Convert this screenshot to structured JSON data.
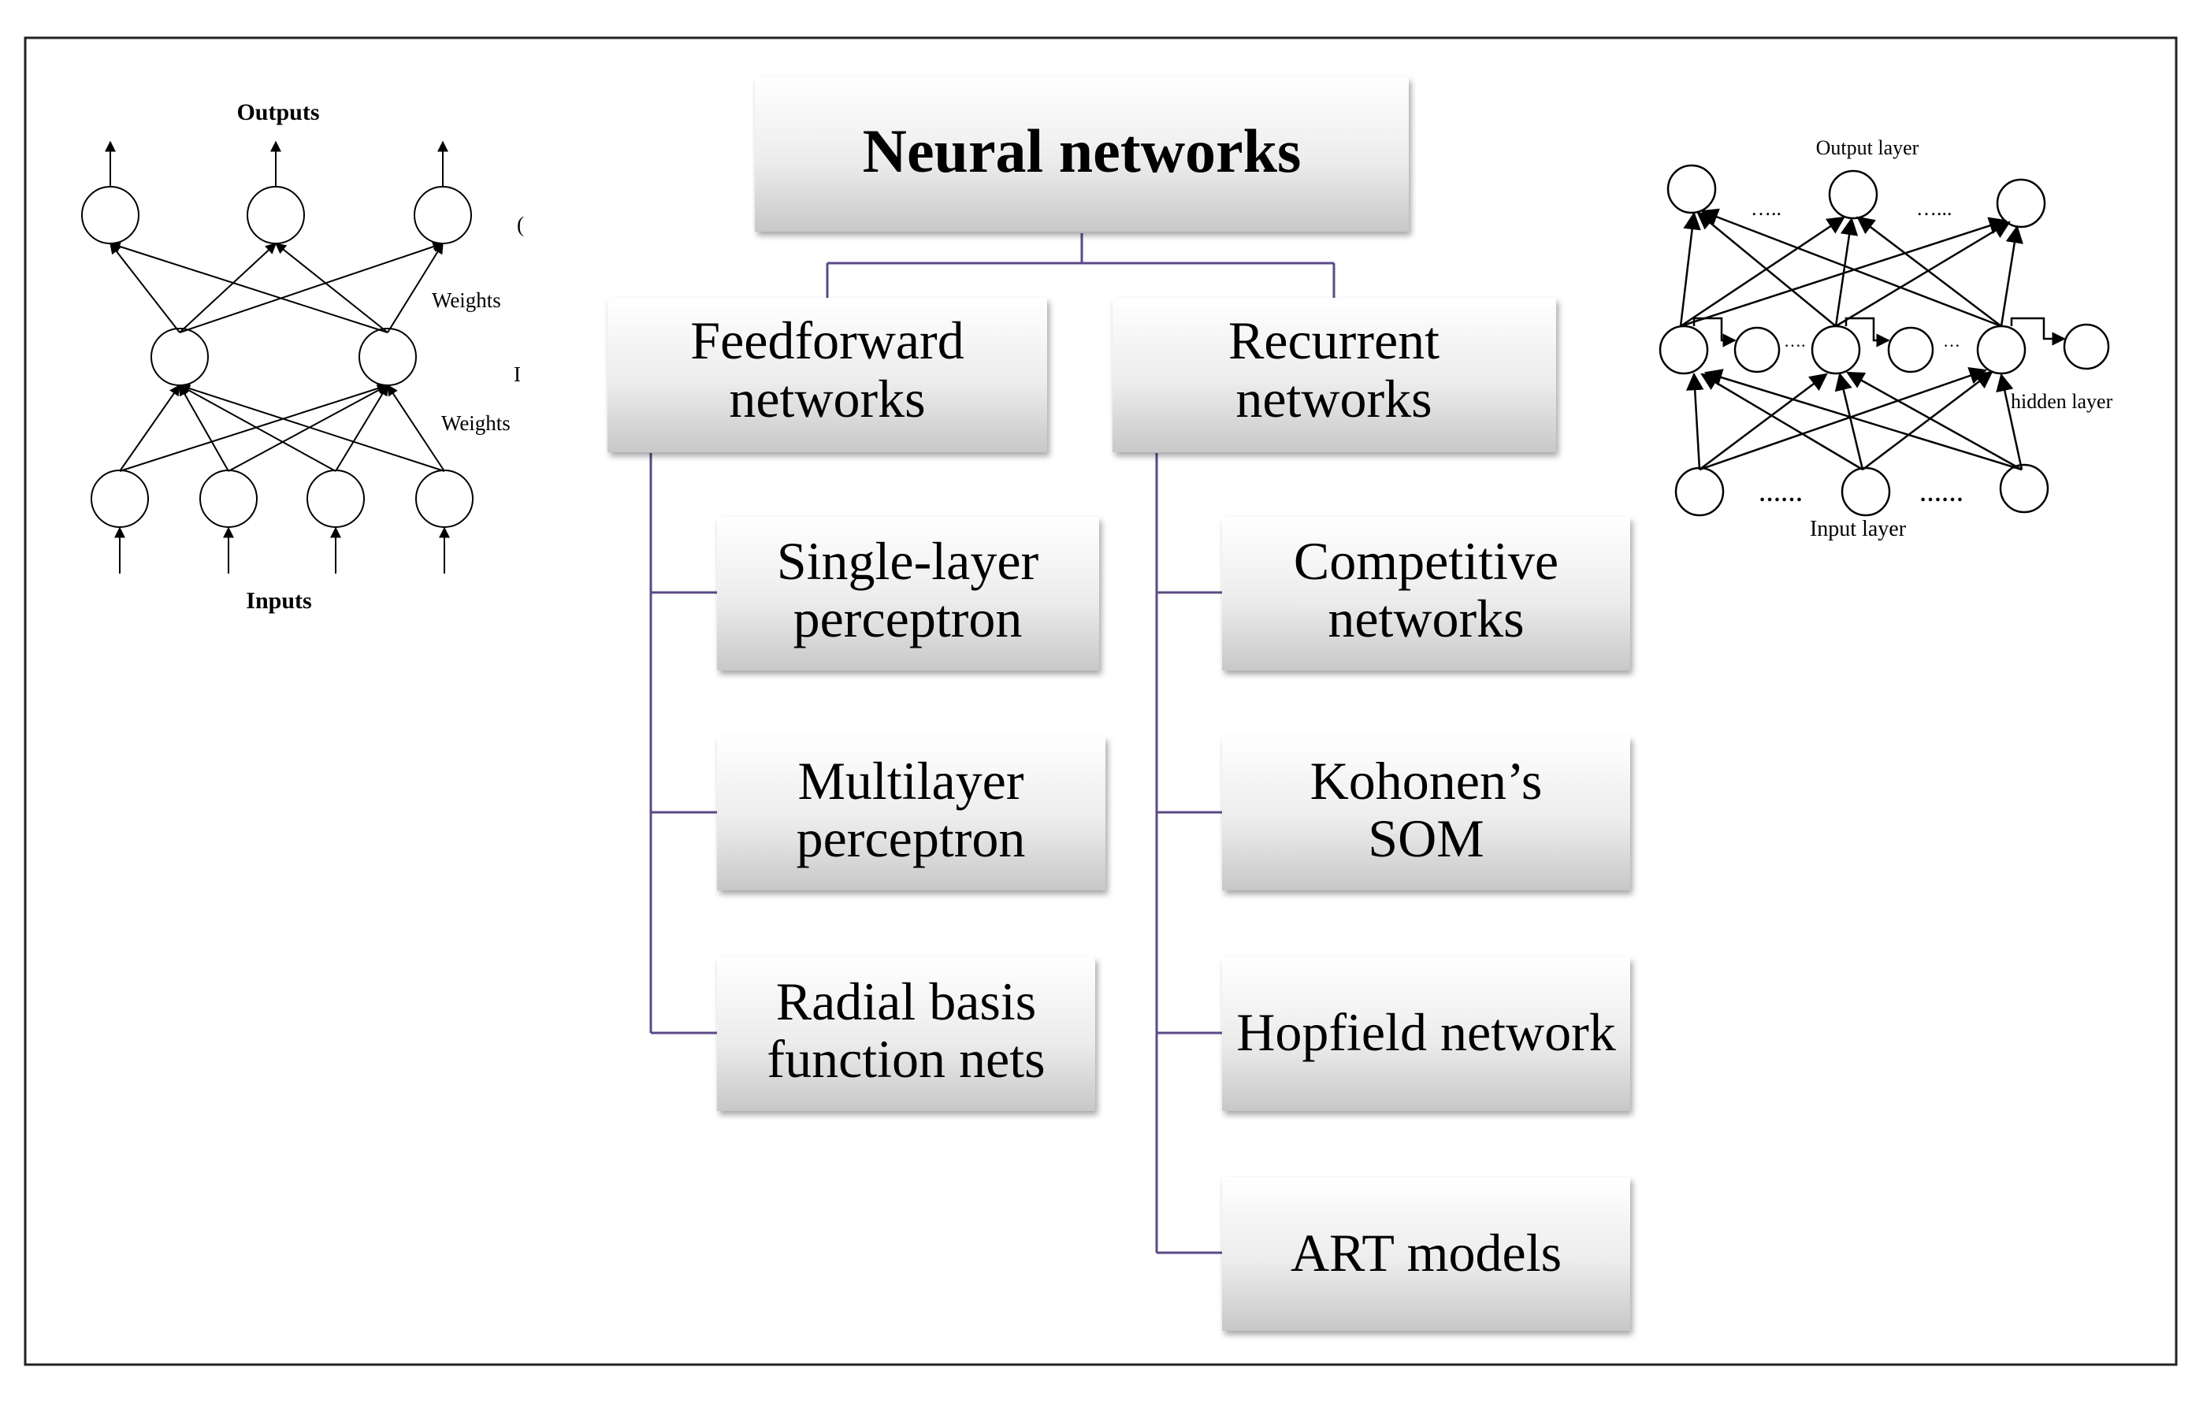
{
  "title": "Neural networks",
  "branches": [
    {
      "label": [
        "Feedforward",
        "networks"
      ],
      "children": [
        [
          "Single-layer",
          "perceptron"
        ],
        [
          "Multilayer",
          "perceptron"
        ],
        [
          "Radial basis",
          "function nets"
        ]
      ]
    },
    {
      "label": [
        "Recurrent",
        "networks"
      ],
      "children": [
        [
          "Competitive",
          "networks"
        ],
        [
          "Kohonen’s",
          "SOM"
        ],
        [
          "Hopfield network"
        ],
        [
          "ART models"
        ]
      ]
    }
  ],
  "left_figure": {
    "top_label": "Outputs",
    "bottom_label": "Inputs",
    "weights_label_1": "Weights",
    "weights_label_2": "Weights",
    "clipped_marks": [
      "(",
      "I"
    ]
  },
  "right_figure": {
    "top_label": "Output layer",
    "hidden_label": "hidden layer",
    "bottom_label": "Input layer",
    "dots_output": [
      "…..",
      "…..."
    ],
    "dots_hidden": [
      "….",
      "…"
    ],
    "dots_input": [
      "……",
      "……"
    ]
  },
  "colors": {
    "connector": "#5b4a86",
    "box_top": "#ffffff",
    "box_bottom": "#c9c9c9",
    "border": "#000000"
  }
}
